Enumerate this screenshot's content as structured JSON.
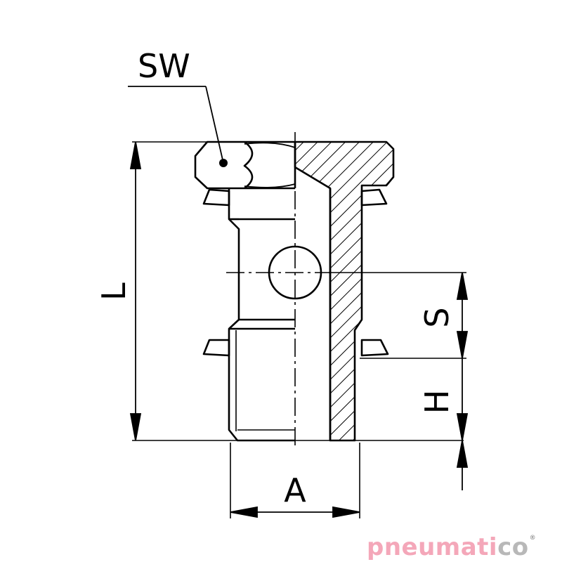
{
  "labels": {
    "sw": "SW",
    "l": "L",
    "s": "S",
    "h": "H",
    "a": "A"
  },
  "logo": {
    "part1": "pneumati",
    "part2": "co",
    "reg": "®"
  },
  "colors": {
    "line": "#000000",
    "logo_primary": "#f4a7b9",
    "logo_secondary": "#b8b8b8"
  }
}
